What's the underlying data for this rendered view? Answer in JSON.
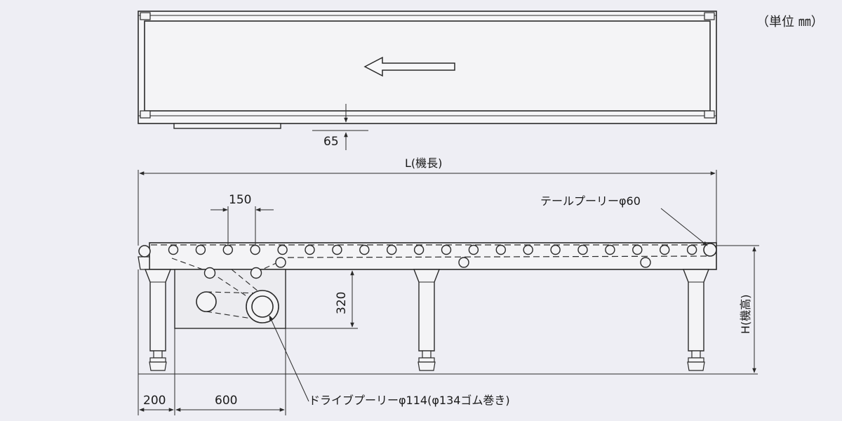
{
  "unit_label": "（単位 ㎜）",
  "top_view": {
    "offset_dimension": "65"
  },
  "side_view": {
    "length_label": "L(機長)",
    "height_label": "H(機高)",
    "pitch_dimension": "150",
    "drive_height_dimension": "320",
    "left_offset_dimension": "200",
    "drive_width_dimension": "600",
    "tail_pulley_label": "テールプーリーφ60",
    "drive_pulley_label": "ドライブプーリーφ114(φ134ゴム巻き)"
  },
  "colors": {
    "line": "#2a2a2a",
    "face": "#f4f4f6",
    "panel": "#ececf0",
    "background": "#eeeef4"
  }
}
